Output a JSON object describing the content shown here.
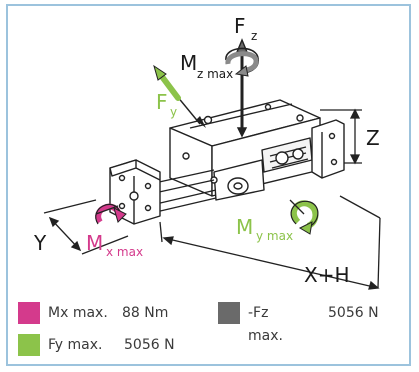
{
  "colors": {
    "border": "#9cc3dd",
    "mx": "#d43a8c",
    "fy": "#8cc34a",
    "fz": "#6a6a6a",
    "stroke": "#222222"
  },
  "diagram": {
    "labels": {
      "fz_main": "F",
      "fz_sub": "z",
      "mz_main": "M",
      "mz_sub": "z max",
      "fy_main": "F",
      "fy_sub": "y",
      "z_dim": "Z",
      "y_dim": "Y",
      "mx_main": "M",
      "mx_sub": "x max",
      "my_main": "M",
      "my_sub": "y max",
      "xh_dim": "X+H"
    }
  },
  "legend": {
    "mx": {
      "label": "Mx max.",
      "value": "88 Nm",
      "icon": "magenta-square"
    },
    "fy": {
      "label": "Fy max.",
      "value": "5056 N",
      "icon": "green-square"
    },
    "fz": {
      "label": "-Fz",
      "label2": "max.",
      "value": "5056 N",
      "icon": "grey-square"
    }
  }
}
